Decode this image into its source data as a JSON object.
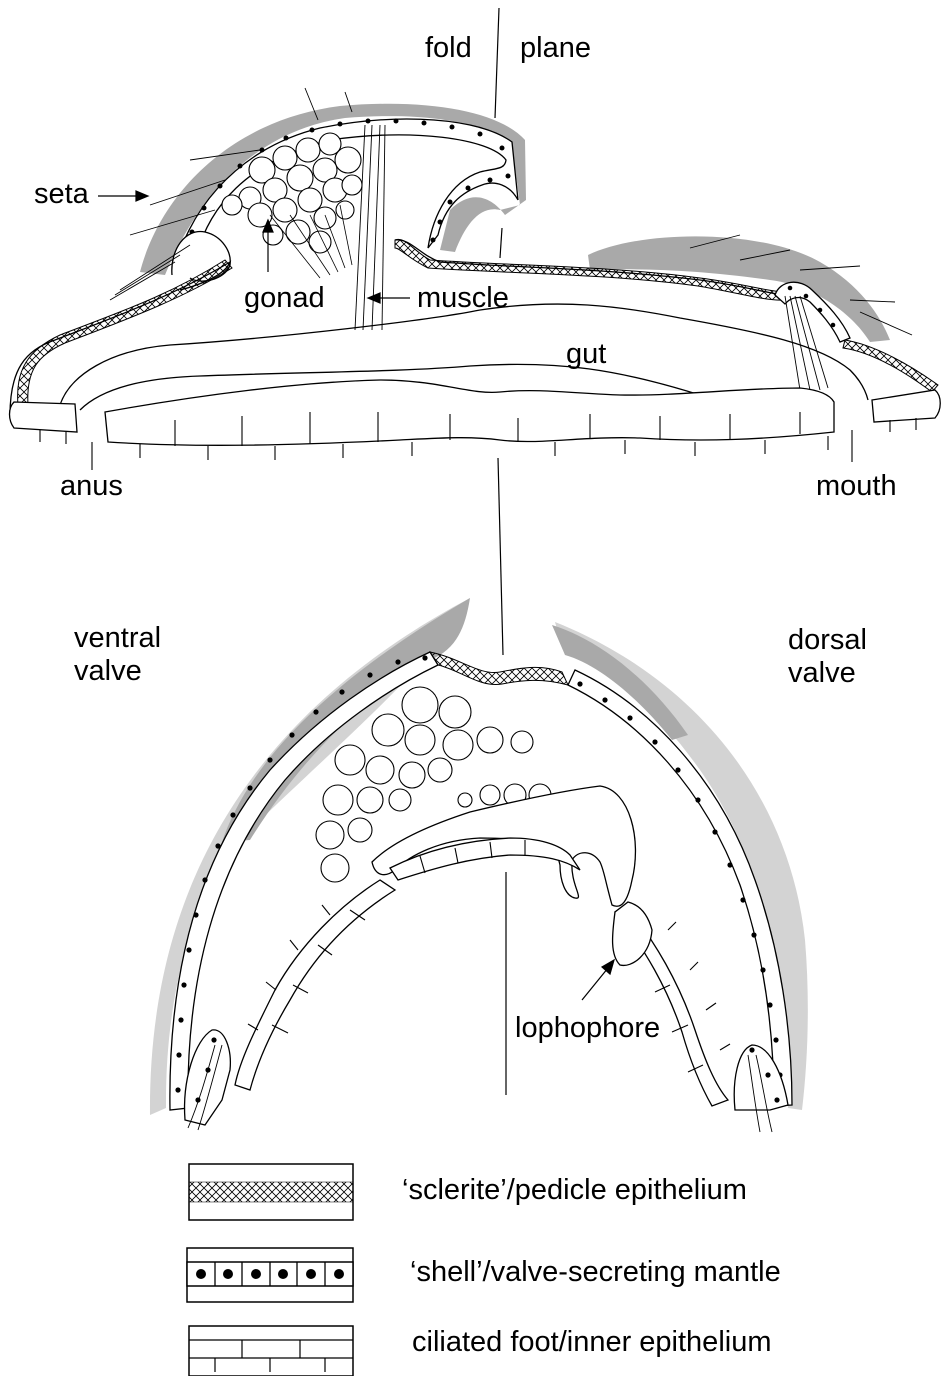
{
  "labels": {
    "fold": "fold",
    "plane": "plane",
    "seta": "seta",
    "gonad": "gonad",
    "muscle": "muscle",
    "gut": "gut",
    "anus": "anus",
    "mouth": "mouth",
    "ventral_valve": [
      "ventral",
      "valve"
    ],
    "dorsal_valve": [
      "dorsal",
      "valve"
    ],
    "lophophore": "lophophore"
  },
  "legend": [
    {
      "pattern": "crosshatch",
      "text": "‘sclerite’/pedicle epithelium"
    },
    {
      "pattern": "nucleated-cells",
      "text": "‘shell’/valve-secreting mantle"
    },
    {
      "pattern": "ciliated-cells",
      "text": "ciliated foot/inner epithelium"
    }
  ],
  "colors": {
    "shell_dark": "#a9a9a9",
    "shell_light": "#d3d3d3",
    "ink": "#000000"
  }
}
